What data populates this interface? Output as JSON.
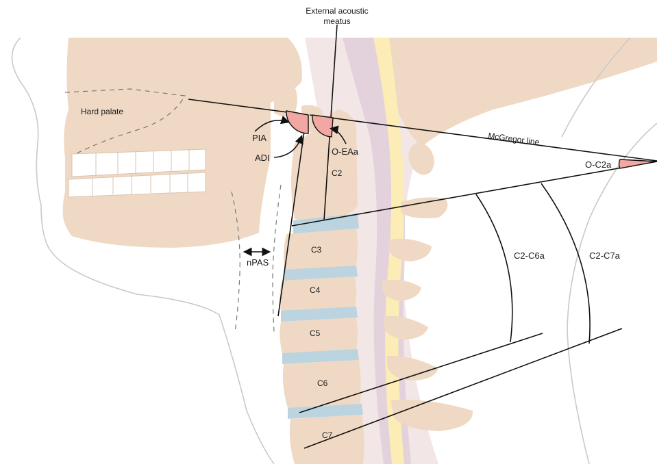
{
  "labels": {
    "external_acoustic_meatus_line1": "External acoustic",
    "external_acoustic_meatus_line2": "meatus",
    "hard_palate": "Hard palate",
    "pia": "PIA",
    "adi": "ADI",
    "o_eaa": "O-EAa",
    "mcgregor_line": "McGregor line",
    "o_c2a": "O-C2a",
    "c2": "C2",
    "c3": "C3",
    "c4": "C4",
    "c5": "C5",
    "c6": "C6",
    "c7": "C7",
    "npas": "nPAS",
    "c2_c6a": "C2-C6a",
    "c2_c7a": "C2-C7a"
  },
  "colors": {
    "bone": "#efd9c4",
    "disc": "#bcd4e0",
    "spinal_cord": "#fbedb5",
    "dura": "#e8d0d0",
    "angle_highlight": "#f3a7a2",
    "skin_outline": "#c9c9c9",
    "line": "#111111"
  }
}
